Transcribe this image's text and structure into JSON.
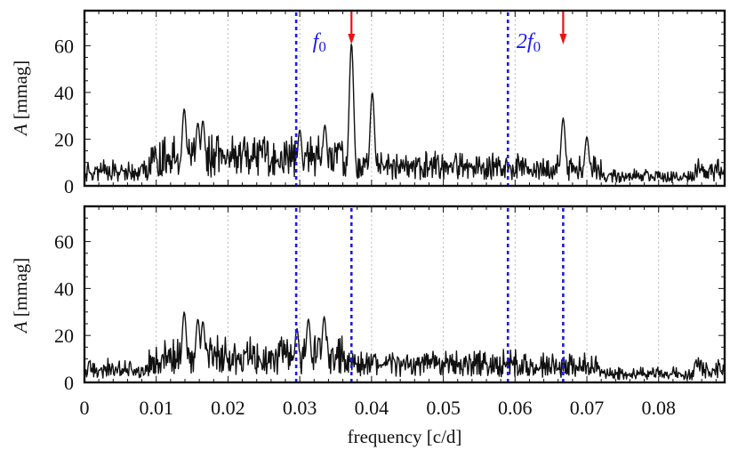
{
  "chart_data": {
    "type": "line",
    "title": "",
    "xlabel": "frequency [c/d]",
    "ylabel": "A [mmag]",
    "xlim": [
      0,
      0.0892
    ],
    "ylim": [
      0,
      75
    ],
    "xticks": [
      0,
      0.01,
      0.02,
      0.03,
      0.04,
      0.05,
      0.06,
      0.07,
      0.08
    ],
    "xtick_labels": [
      "0",
      "0.01",
      "0.02",
      "0.03",
      "0.04",
      "0.05",
      "0.06",
      "0.07",
      "0.08"
    ],
    "yticks": [
      0,
      20,
      40,
      60
    ],
    "ytick_labels": [
      "0",
      "20",
      "40",
      "60"
    ],
    "grid": "vertical dotted gray at each x tick",
    "panels": [
      {
        "name": "top",
        "series": "amplitude spectrum (original)",
        "noise_level": 11,
        "peaks": [
          {
            "x": 0.0139,
            "y": 33
          },
          {
            "x": 0.0158,
            "y": 27
          },
          {
            "x": 0.0165,
            "y": 28
          },
          {
            "x": 0.03,
            "y": 24
          },
          {
            "x": 0.0335,
            "y": 26
          },
          {
            "x": 0.0372,
            "y": 61
          },
          {
            "x": 0.0401,
            "y": 40
          },
          {
            "x": 0.0667,
            "y": 29
          },
          {
            "x": 0.07,
            "y": 21
          }
        ],
        "vlines_blue_dashed": [
          0.0295,
          0.059
        ],
        "red_arrows": [
          0.0372,
          0.0667
        ],
        "annotations": [
          {
            "text": "f",
            "sub": "0",
            "x": 0.0318,
            "y": 62
          },
          {
            "text": "2f",
            "sub": "0",
            "x": 0.0602,
            "y": 62
          }
        ]
      },
      {
        "name": "bottom",
        "series": "amplitude spectrum (prewhitened)",
        "noise_level": 10,
        "peaks": [
          {
            "x": 0.0139,
            "y": 30
          },
          {
            "x": 0.0158,
            "y": 27
          },
          {
            "x": 0.0165,
            "y": 26
          },
          {
            "x": 0.0296,
            "y": 23
          },
          {
            "x": 0.0312,
            "y": 27
          },
          {
            "x": 0.0334,
            "y": 28
          }
        ],
        "vlines_blue_dashed": [
          0.0295,
          0.0372,
          0.059,
          0.0667
        ],
        "red_arrows": [],
        "annotations": []
      }
    ]
  },
  "colors": {
    "line": "#111111",
    "frame": "#111111",
    "grid": "#bbbbbb",
    "blue_marker": "#1a1aee",
    "red_arrow": "#ee1111"
  },
  "labels": {
    "ylabel_top_italic": "A",
    "ylabel_top_rest": " [mmag]",
    "ylabel_bottom_italic": "A",
    "ylabel_bottom_rest": " [mmag]",
    "xlabel": "frequency [c/d]"
  }
}
